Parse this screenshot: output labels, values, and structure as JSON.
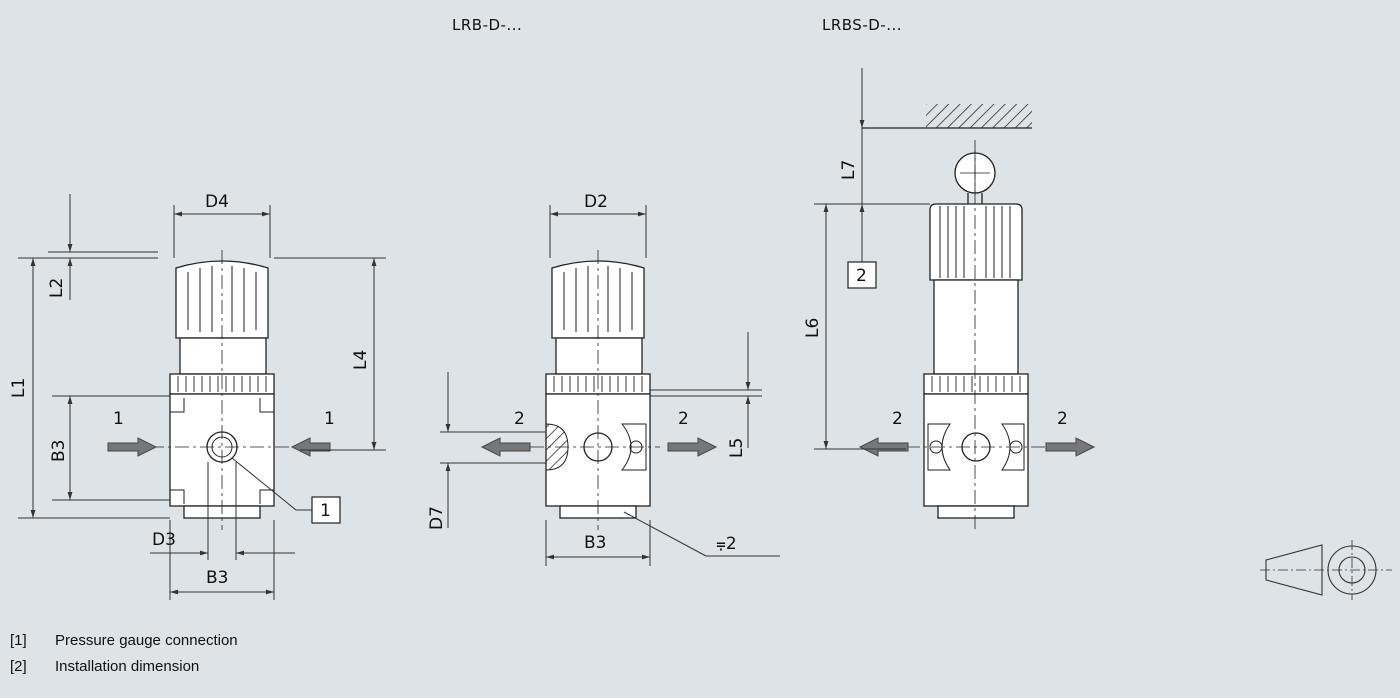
{
  "views": {
    "lrb": {
      "title": "LRB-D-..."
    },
    "lrbs": {
      "title": "LRBS-D-..."
    }
  },
  "dimensions": {
    "d4": "D4",
    "l2": "L2",
    "l1": "L1",
    "l4": "L4",
    "b3_left": "B3",
    "d3": "D3",
    "b3_bottom": "B3",
    "d2": "D2",
    "l5": "L5",
    "d7": "D7",
    "b3_mid": "B3",
    "wrench": "⩦2",
    "l7": "L7",
    "l6": "L6"
  },
  "ports": {
    "left_in": "1",
    "left_out": "1",
    "mid_a": "2",
    "mid_b": "2",
    "right_a": "2",
    "right_b": "2"
  },
  "callouts": {
    "c1": "1",
    "c2": "2"
  },
  "legend": [
    {
      "key": "[1]",
      "text": "Pressure gauge connection"
    },
    {
      "key": "[2]",
      "text": "Installation dimension"
    }
  ]
}
